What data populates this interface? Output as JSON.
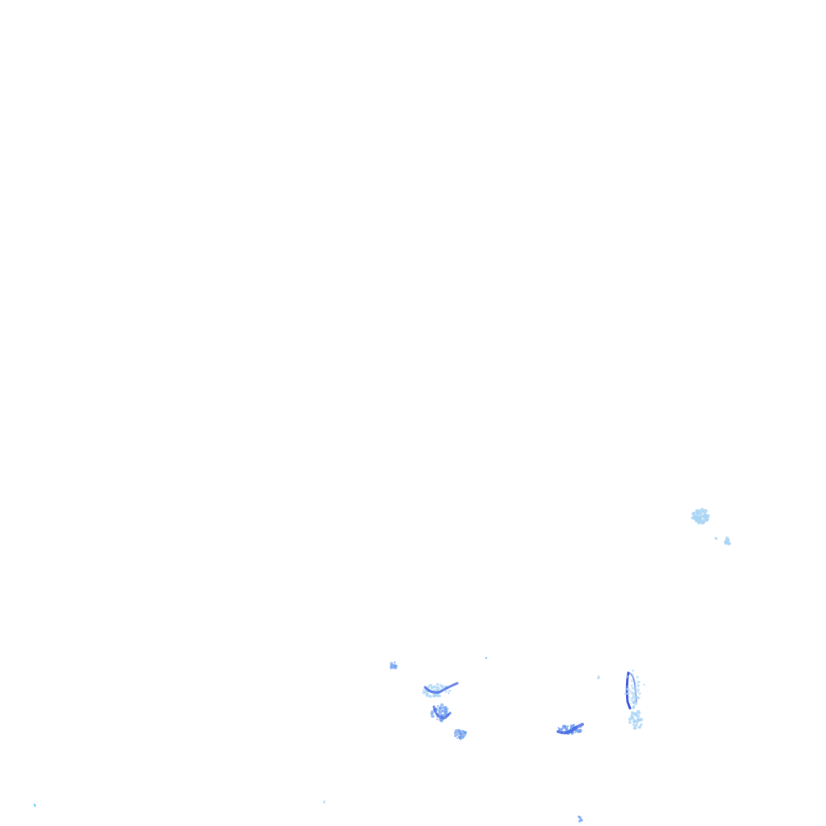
{
  "map": {
    "type": "radar-reflectivity-overlay",
    "background": "transparent",
    "palette": {
      "light": "#a9d4f5",
      "medium": "#6f9ff0",
      "strong": "#3b5fe0",
      "intense": "#1e3bd6"
    },
    "echo_cells": [
      "echo-cell-northeast-large",
      "echo-cell-northeast-small",
      "echo-cell-south-west-cluster",
      "echo-cell-south-center-band",
      "echo-cell-south-east-vertical",
      "echo-cell-south-east-lower",
      "echo-speck-far-south",
      "echo-speck-west"
    ]
  }
}
